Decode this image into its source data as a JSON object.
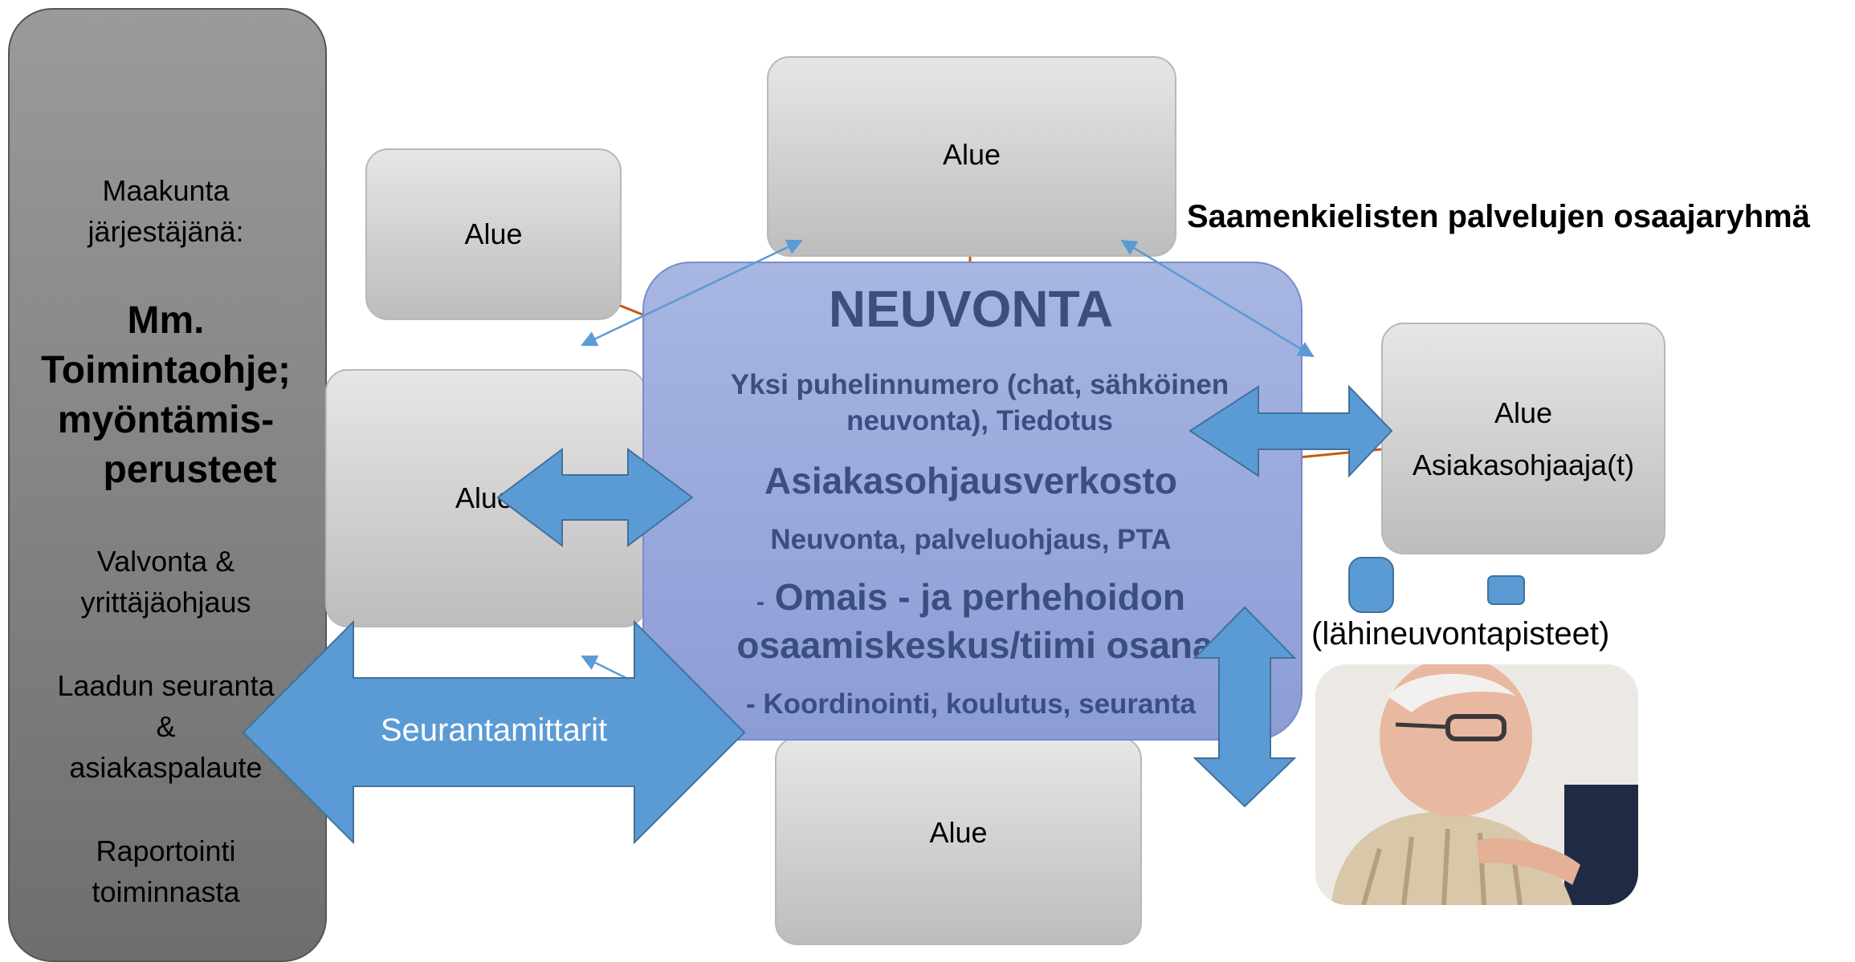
{
  "side_panel": {
    "line1": "Maakunta",
    "line2": "järjestäjänä:",
    "big1": "Mm.",
    "big2": "Toimintaohje;",
    "big3": "myöntämis-",
    "big4": "perusteet",
    "valvonta1": "Valvonta &",
    "valvonta2": "yrittäjäohjaus",
    "laatu1": "Laadun seuranta",
    "laatu2": "&",
    "laatu3": "asiakaspalaute",
    "raportointi1": "Raportointi",
    "raportointi2": "toiminnasta"
  },
  "areas": {
    "top_left": "Alue",
    "top_center": "Alue",
    "left": "Alue",
    "right_title": "Alue",
    "right_sub": "Asiakasohjaaja(t)",
    "bottom": "Alue"
  },
  "center": {
    "title": "NEUVONTA",
    "line1": "Yksi puhelinnumero (chat, sähköinen",
    "line2": "neuvonta), Tiedotus",
    "network": "Asiakasohjausverkosto",
    "network_sub": "Neuvonta, palveluohjaus, PTA",
    "omais1_prefix": "-",
    "omais1": "Omais - ja perhehoidon",
    "omais2": "osaamiskeskus/tiimi  osana",
    "coord": "- Koordinointi, koulutus, seuranta"
  },
  "sami_group": "Saamenkielisten palvelujen osaajaryhmä",
  "monitoring_arrow": "Seurantamittarit",
  "local_points": "(lähineuvontapisteet)",
  "colors": {
    "arrow_blue": "#5b9bd5",
    "center_fill": "#9aa8dc",
    "center_text": "#3b4e80",
    "box_gray": "#cfcfcf",
    "side_gray": "#7f7f7f",
    "connector_orange": "#c55a11"
  }
}
